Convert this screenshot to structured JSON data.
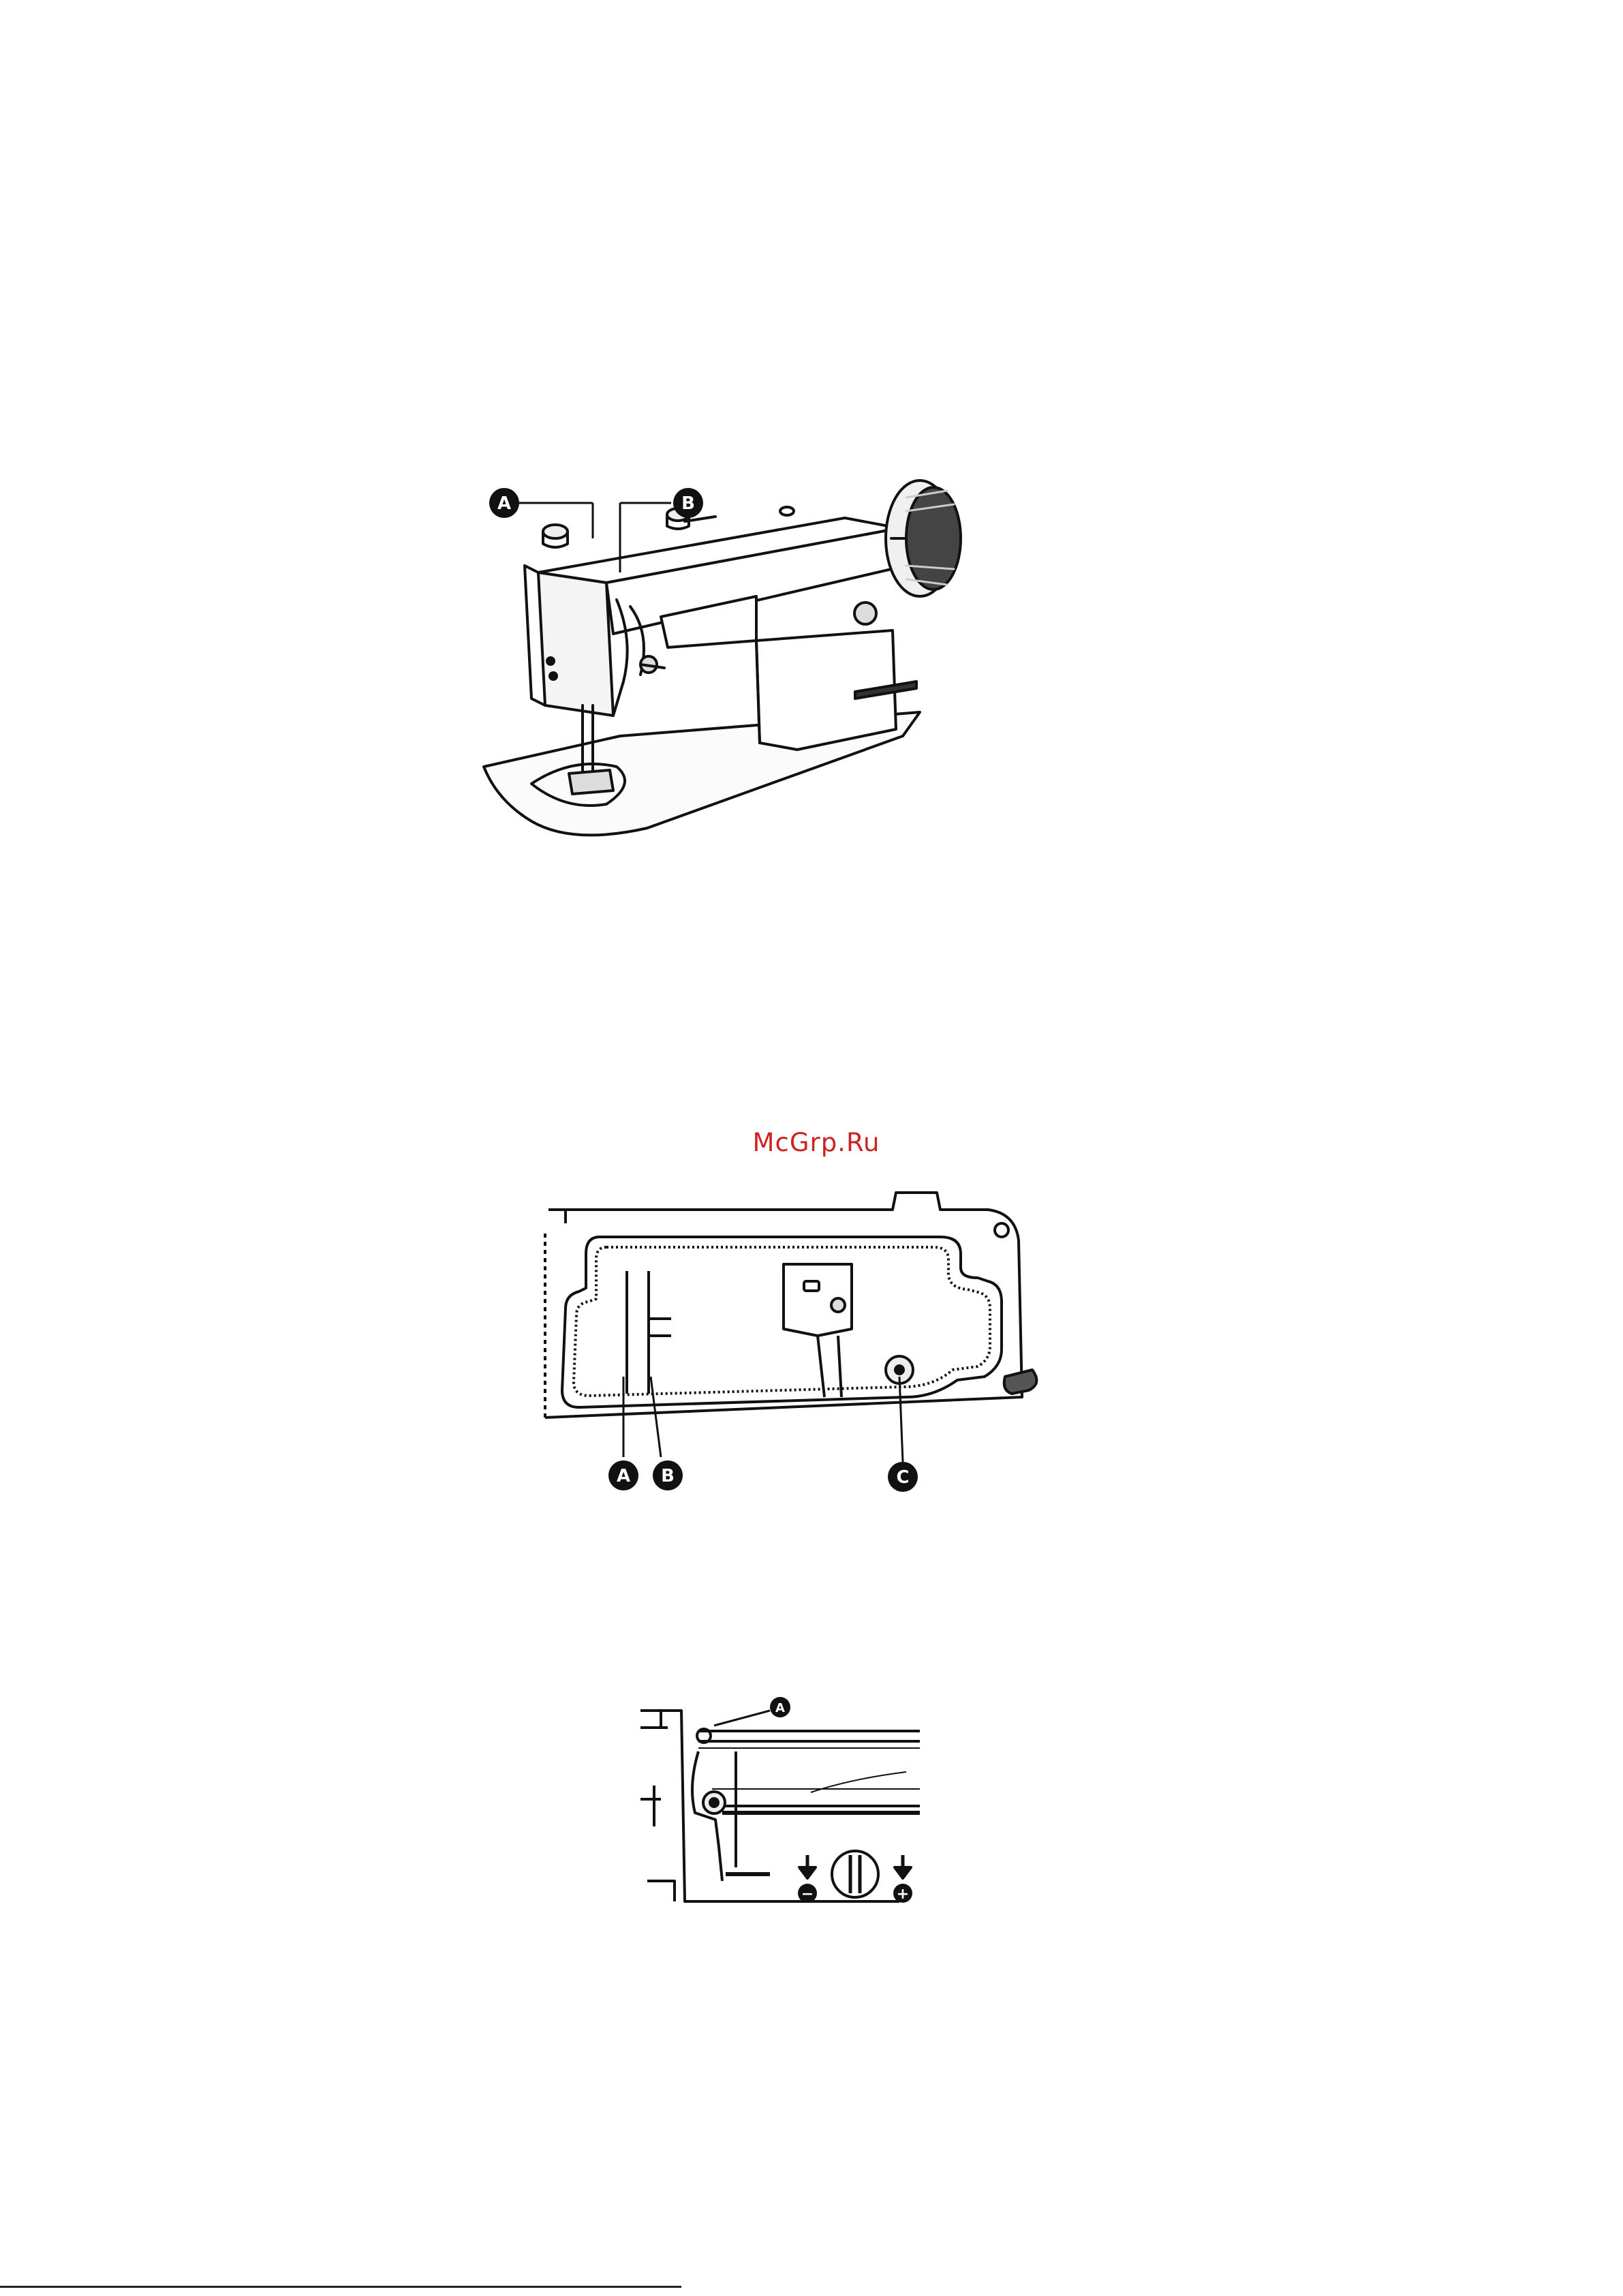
{
  "watermark": {
    "text": "McGrp.Ru",
    "color": "#cc2222"
  },
  "figure1": {
    "callout_a": "A",
    "callout_b": "B"
  },
  "figure2": {
    "callout_a": "A",
    "callout_b": "B",
    "callout_c": "C"
  },
  "figure3": {
    "callout_a": "A",
    "minus_symbol": "−",
    "plus_symbol": "+"
  }
}
